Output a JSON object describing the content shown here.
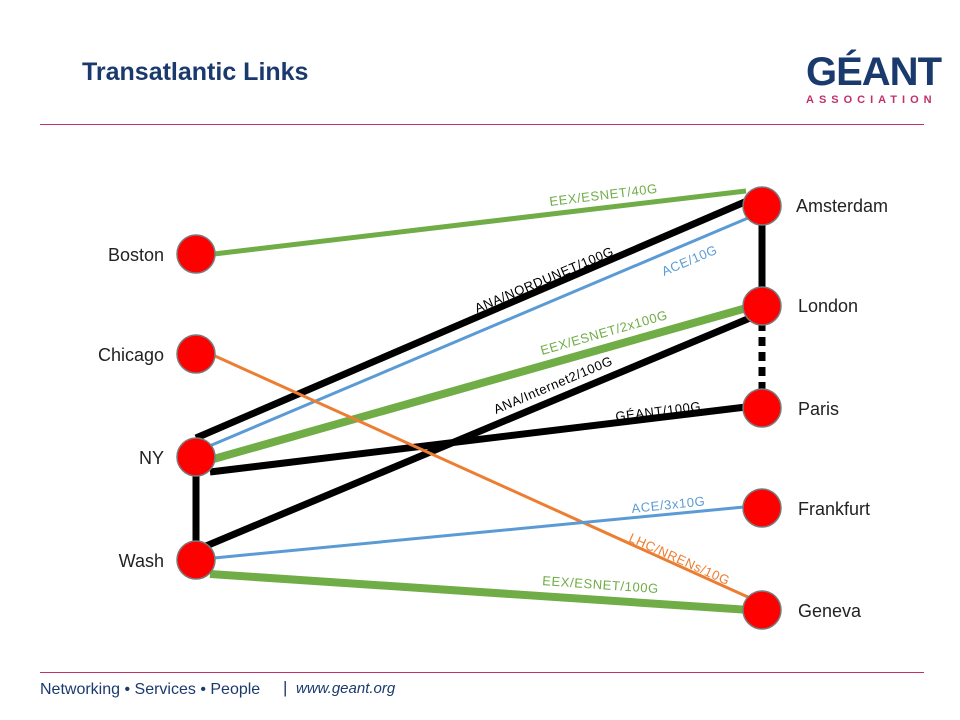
{
  "title": "Transatlantic Links",
  "logo": {
    "main": "GÉANT",
    "sub": "ASSOCIATION"
  },
  "footer": {
    "tagline": "Networking • Services • People",
    "separator": "|",
    "url": "www.geant.org"
  },
  "colors": {
    "black": "#000000",
    "green": "#70ad47",
    "blue": "#5b9bd5",
    "orange": "#ed7d31",
    "node": "#ff0000",
    "brand": "#1a3a6e",
    "accent": "#c0306a"
  },
  "cities": {
    "boston": "Boston",
    "chicago": "Chicago",
    "ny": "NY",
    "wash": "Wash",
    "amsterdam": "Amsterdam",
    "london": "London",
    "paris": "Paris",
    "frankfurt": "Frankfurt",
    "geneva": "Geneva"
  },
  "links": {
    "eex_40g": "EEX/ESNET/40G",
    "ana_nordunet": "ANA/NORDUNET/100G",
    "ace_10g": "ACE/10G",
    "eex_2x100g": "EEX/ESNET/2x100G",
    "ana_internet2": "ANA/Internet2/100G",
    "geant_100g": "GÉANT/100G",
    "ace_3x10g": "ACE/3x10G",
    "lhc_nrens": "LHC/NRENs/10G",
    "eex_100g": "EEX/ESNET/100G"
  }
}
